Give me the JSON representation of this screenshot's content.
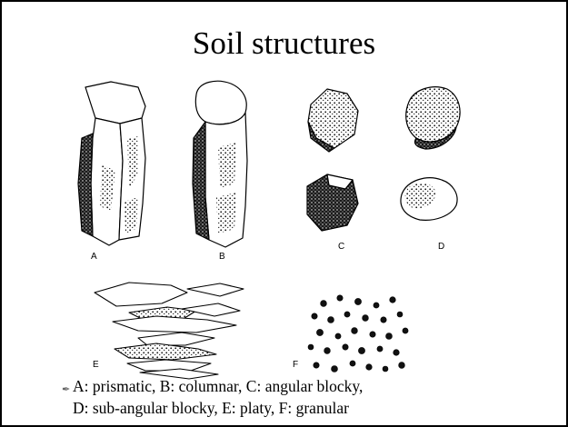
{
  "title": "Soil structures",
  "figure": {
    "labels": {
      "a": "A",
      "b": "B",
      "c": "C",
      "d": "D",
      "e": "E",
      "f": "F"
    }
  },
  "caption": {
    "bullet_icon": "pen-nib-icon",
    "line1": "A: prismatic,  B: columnar,  C: angular blocky,",
    "line2": "D: sub-angular blocky,  E: platy,  F: granular"
  }
}
